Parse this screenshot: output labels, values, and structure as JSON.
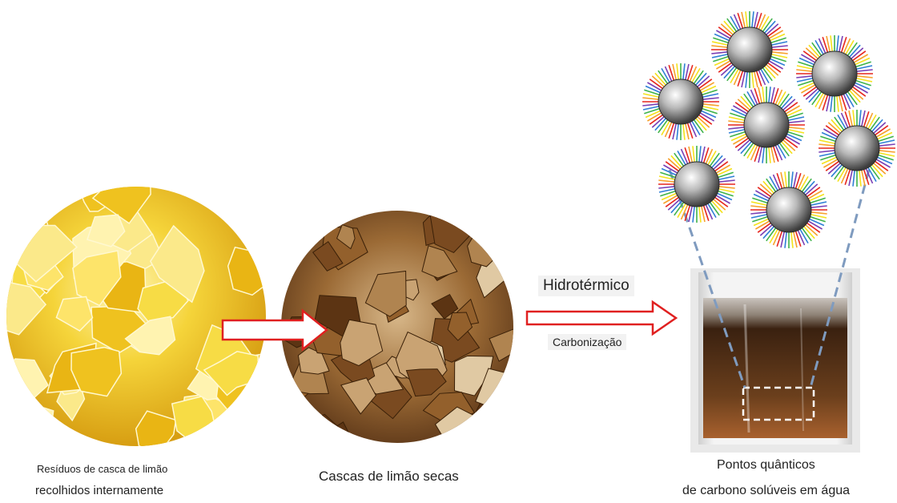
{
  "steps": {
    "fresh_peels_line1": "Resíduos de casca de limão",
    "fresh_peels_line2": "recolhidos internamente",
    "dried_peels": "Cascas de limão secas",
    "process_top": "Hidrotérmico",
    "process_bottom": "Carbonização",
    "product_line1": "Pontos quânticos",
    "product_line2": "de carbono solúveis em água"
  },
  "colors": {
    "arrow_stroke": "#e02020",
    "dashed_line": "#7f9bbf",
    "lemon_yellow": "#f3cf2a",
    "dried_brown": "#8a5a2b",
    "liquid": "#4a2a14"
  },
  "dot_ray_colors": [
    "#e6261f",
    "#f7a12a",
    "#f4e21b",
    "#3fb34a",
    "#2e7fd6",
    "#7a3fb5"
  ]
}
